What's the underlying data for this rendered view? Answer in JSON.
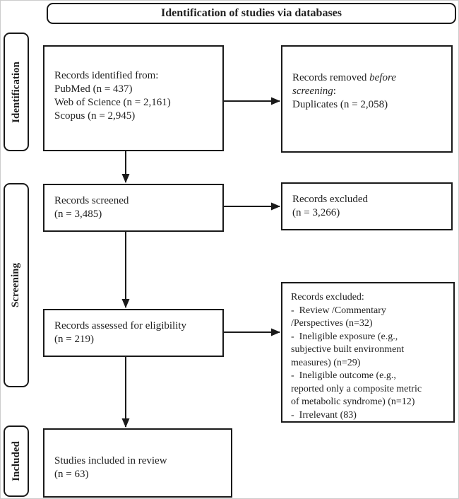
{
  "header": {
    "title": "Identification of studies via databases"
  },
  "sidebar": {
    "identification_label": "Identification",
    "screening_label": "Screening",
    "included_label": "Included"
  },
  "boxes": {
    "identified": {
      "lines": [
        "Records identified from:",
        "PubMed (n = 437)",
        "Web of Science (n = 2,161)",
        "Scopus (n = 2,945)"
      ]
    },
    "removed_before_screening": {
      "lines": [
        [
          {
            "t": "Records removed "
          },
          {
            "t": "before",
            "i": true
          }
        ],
        [
          {
            "t": "screening",
            "i": true
          },
          {
            "t": ":"
          }
        ],
        [
          {
            "t": "Duplicates (n = 2,058)"
          }
        ]
      ]
    },
    "screened": {
      "lines": [
        "Records screened",
        "(n = 3,485)"
      ]
    },
    "excluded_after_screening": {
      "lines": [
        "Records excluded",
        "(n = 3,266)"
      ]
    },
    "assessed": {
      "lines": [
        "Records assessed for eligibility",
        "(n = 219)"
      ]
    },
    "excluded_after_eligibility": {
      "lines": [
        "Records excluded:",
        "-  Review /Commentary",
        "/Perspectives (n=32)",
        "-  Ineligible exposure (e.g.,",
        "subjective built environment",
        "measures) (n=29)",
        "-  Ineligible outcome (e.g.,",
        "reported only a composite metric",
        "of metabolic syndrome) (n=12)",
        "-  Irrelevant (83)"
      ]
    },
    "included": {
      "lines": [
        "Studies included in review",
        "(n = 63)"
      ]
    }
  },
  "colors": {
    "border": "#1a1a1a",
    "text": "#1f1f1f",
    "background": "#ffffff"
  }
}
